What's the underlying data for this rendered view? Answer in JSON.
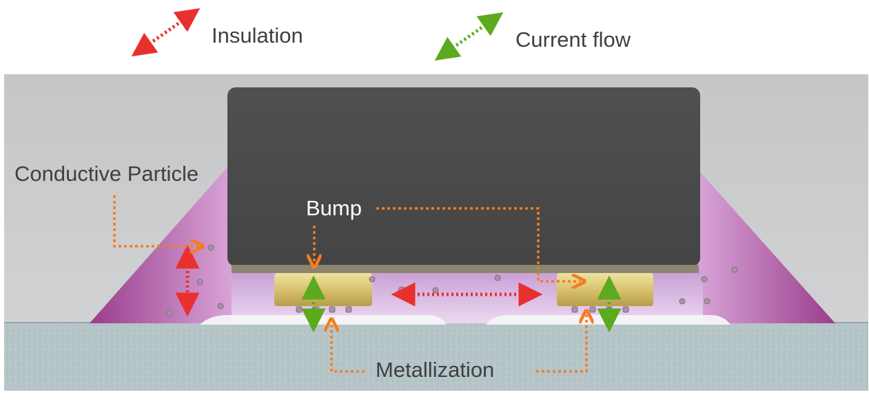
{
  "legend": {
    "insulation_label": "Insulation",
    "current_flow_label": "Current flow",
    "insulation_color": "#e8302f",
    "current_flow_color": "#5caa1f"
  },
  "labels": {
    "conductive_particle": "Conductive Particle",
    "bump": "Bump",
    "metallization": "Metallization"
  },
  "colors": {
    "callout_arrow": "#f47d20",
    "chip": "#4a4a4a",
    "bump": "#d9c471",
    "adhesive": "#c98ac9",
    "substrate": "#b7c6c9",
    "background": "#c9cbcc"
  }
}
